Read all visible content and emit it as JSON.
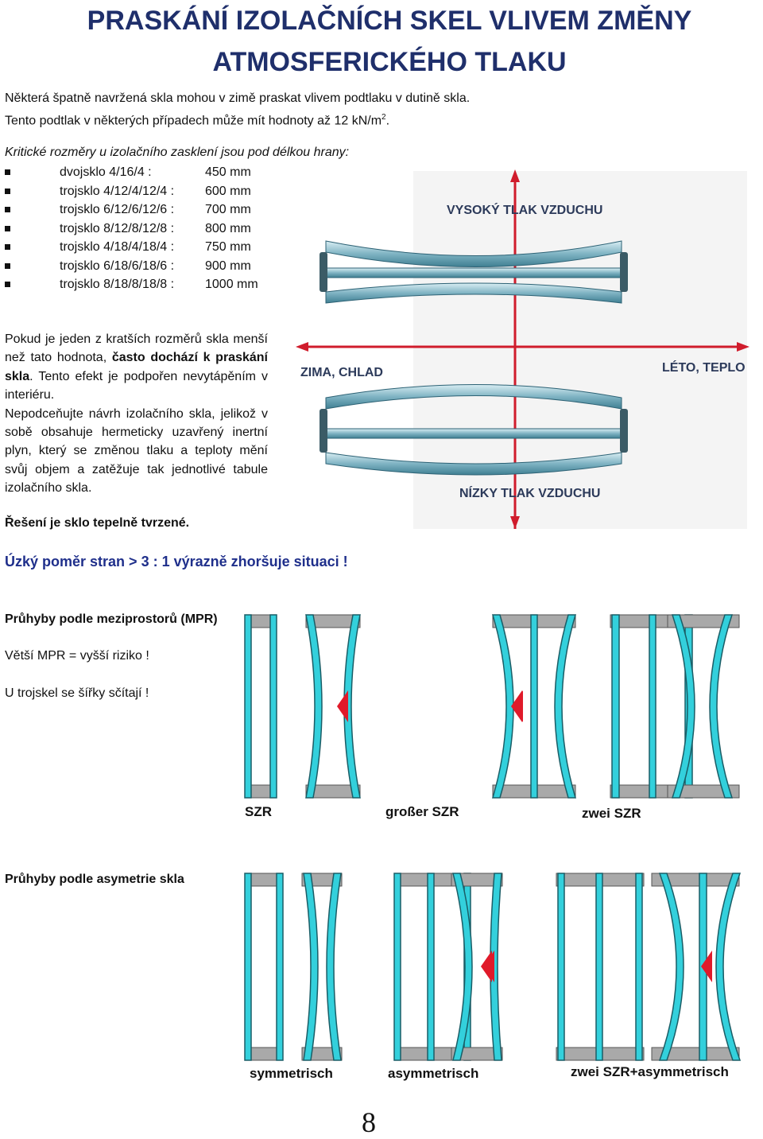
{
  "title": {
    "line1": "PRASKÁNÍ IZOLAČNÍCH SKEL VLIVEM ZMĚNY",
    "line2": "ATMOSFERICKÉHO TLAKU"
  },
  "intro": {
    "line1": "Některá špatně navržená skla mohou v zimě praskat vlivem podtlaku v dutině skla.",
    "line2_pre": "Tento podtlak v některých případech může mít hodnoty až 12 kN/m",
    "line2_sup": "2",
    "line2_post": "."
  },
  "critical": {
    "heading": "Kritické rozměry u izolačního zasklení jsou pod délkou hrany:",
    "items": [
      {
        "name": "dvojsklo 4/16/4 :",
        "value": "450 mm"
      },
      {
        "name": "trojsklo 4/12/4/12/4 :",
        "value": "600 mm"
      },
      {
        "name": "trojsklo 6/12/6/12/6 :",
        "value": "700 mm"
      },
      {
        "name": "trojsklo 8/12/8/12/8 :",
        "value": "800 mm"
      },
      {
        "name": "trojsklo 4/18/4/18/4 :",
        "value": "750 mm"
      },
      {
        "name": "trojsklo 6/18/6/18/6 :",
        "value": "900 mm"
      },
      {
        "name": "trojsklo 8/18/8/18/8 :",
        "value": "1000 mm"
      }
    ]
  },
  "pressure_diagram": {
    "high": "VYSOKÝ TLAK VZDUCHU",
    "low": "NÍZKY TLAK VZDUCHU",
    "winter": "ZIMA, CHLAD",
    "summer": "LÉTO, TEPLO"
  },
  "paragraph": {
    "p1": "Pokud je jeden z kratších rozměrů skla menší než tato hodnota, ",
    "p1_bold": "často dochází k praskání skla",
    "p1_post": ". Tento efekt je podpořen nevytápěním v interiéru.",
    "p2": "Nepodceňujte návrh izolačního skla, jelikož v sobě obsahuje hermeticky uzavřený inertní plyn, který se změnou tlaku a teploty mění svůj objem a zatěžuje tak jednotlivé tabule izolačního skla."
  },
  "solution": "Řešení je sklo tepelně tvrzené.",
  "warning": "Úzký poměr stran > 3 : 1  výrazně zhoršuje situaci !",
  "mpr": {
    "heading": "Průhyby podle meziprostorů (MPR)",
    "line1": "Větší MPR =  vyšší riziko !",
    "line2": "U trojskel se šířky sčítají !",
    "labels": [
      "SZR",
      "großer SZR",
      "zwei SZR"
    ]
  },
  "asym": {
    "heading": "Průhyby podle asymetrie skla",
    "labels": [
      "symmetrisch",
      "asymmetrisch",
      "zwei SZR+asymmetrisch"
    ]
  },
  "page_number": "8",
  "colors": {
    "title": "#1f2f6b",
    "warning": "#1f2f8b",
    "glass": "#33d0dc",
    "arrow": "#e01a2a",
    "spacer": "#a9a9a9"
  }
}
